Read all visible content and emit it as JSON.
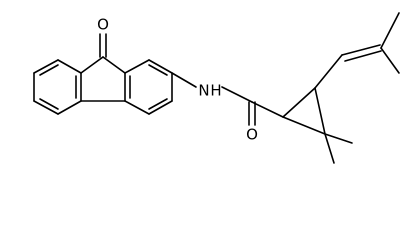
{
  "diagram": {
    "type": "chemical-structure",
    "atoms": {
      "ketone_oxygen": "O",
      "amide_nitrogen": "N",
      "amide_hydrogen": "H",
      "amide_oxygen": "O"
    },
    "colors": {
      "background": "#ffffff",
      "ink": "#000000"
    }
  }
}
